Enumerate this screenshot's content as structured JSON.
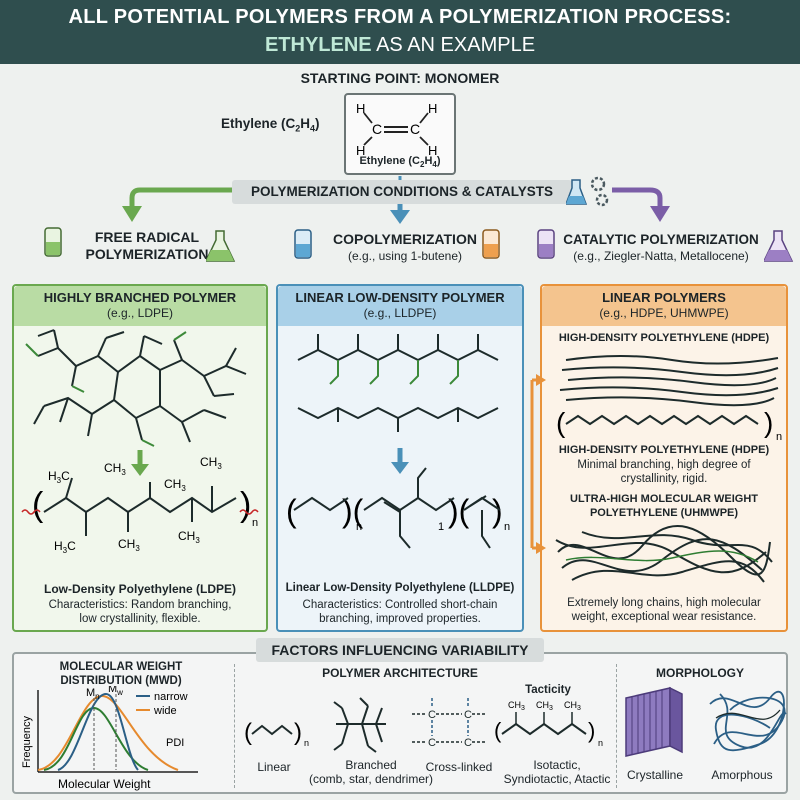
{
  "title": {
    "line1": "ALL POTENTIAL POLYMERS FROM A POLYMERIZATION PROCESS:",
    "line2_highlight": "ETHYLENE",
    "line2_rest": " AS AN EXAMPLE"
  },
  "monomer": {
    "heading": "STARTING POINT: MONOMER",
    "name": "Ethylene (C",
    "name_sub": "2",
    "name_mid": "H",
    "name_sub2": "4",
    "name_end": ")",
    "atom_h": "H",
    "atom_c": "C"
  },
  "conditions": {
    "label": "POLYMERIZATION CONDITIONS & CATALYSTS"
  },
  "routes": {
    "free_radical": {
      "line1": "FREE RADICAL",
      "line2": "POLYMERIZATION"
    },
    "copolymer": {
      "line1": "COPOLYMERIZATION",
      "line2": "(e.g., using 1-butene)"
    },
    "catalytic": {
      "line1": "CATALYTIC POLYMERIZATION",
      "line2": "(e.g., Ziegler-Natta, Metallocene)"
    }
  },
  "panels": {
    "ldpe": {
      "title": "HIGHLY BRANCHED POLYMER",
      "subtitle": "(e.g., LDPE)",
      "name": "Low-Density Polyethylene (LDPE)",
      "char1": "Characteristics: Random branching,",
      "char2": "low crystallinity, flexible.",
      "ch3": "CH",
      "h3c": "H",
      "three": "3",
      "c": "C",
      "n": "n"
    },
    "lldpe": {
      "title": "LINEAR LOW-DENSITY POLYMER",
      "subtitle": "(e.g., LLDPE)",
      "name": "Linear Low-Density Polyethylene (LLDPE)",
      "char1": "Characteristics: Controlled short-chain",
      "char2": "branching, improved properties.",
      "n": "n",
      "one": "1"
    },
    "linear": {
      "title": "LINEAR POLYMERS",
      "subtitle": "(e.g., HDPE, UHMWPE)",
      "hdpe_head": "HIGH-DENSITY POLYETHYLENE (HDPE)",
      "hdpe_head2": "HIGH-DENSITY POLYETHYLENE (HDPE)",
      "hdpe_desc1": "Minimal branching, high degree of",
      "hdpe_desc2": "crystallinity, rigid.",
      "uhmw_head1": "ULTRA-HIGH MOLECULAR WEIGHT",
      "uhmw_head2": "POLYETHYLENE (UHMWPE)",
      "uhmw_desc1": "Extremely long chains, high molecular",
      "uhmw_desc2": "weight, exceptional wear resistance.",
      "n": "n"
    }
  },
  "factors": {
    "heading": "FACTORS INFLUENCING VARIABILITY",
    "mwd": {
      "title1": "MOLECULAR WEIGHT",
      "title2": "DISTRIBUTION (MWD)",
      "ylabel": "Frequency",
      "xlabel": "Molecular Weight",
      "mn": "M",
      "mn_sub": "n",
      "mw": "M",
      "mw_sub": "w",
      "legend_narrow": "narrow",
      "legend_wide": "wide",
      "pdi": "PDI",
      "color_narrow": "#2b5f86",
      "color_wide": "#e68a2e",
      "color_green": "#2e7d32"
    },
    "architecture": {
      "title": "POLYMER ARCHITECTURE",
      "linear": "Linear",
      "branched1": "Branched",
      "branched2": "(comb, star, dendrimer)",
      "crosslinked": "Cross-linked",
      "tacticity": "Tacticity",
      "tact1": "Isotactic,",
      "tact2": "Syndiotactic, Atactic",
      "n": "n",
      "c": "C",
      "ch3": "CH",
      "three": "3"
    },
    "morphology": {
      "title": "MORPHOLOGY",
      "crystalline": "Crystalline",
      "amorphous": "Amorphous"
    }
  },
  "colors": {
    "green": "#6aa84f",
    "blue": "#4a90b8",
    "orange": "#e8923a",
    "purple": "#7b5ea7",
    "header": "#2f4e4e"
  }
}
